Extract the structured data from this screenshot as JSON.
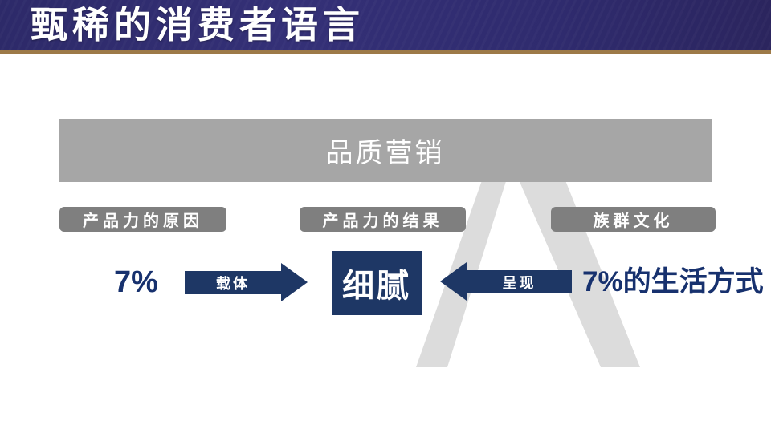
{
  "slide": {
    "header": {
      "title": "甄稀的消费者语言"
    },
    "banner": {
      "label": "品质营销"
    },
    "category_labels": [
      {
        "label": "产品力的原因"
      },
      {
        "label": "产品力的结果"
      },
      {
        "label": "族群文化"
      }
    ],
    "flow": {
      "source": "7%",
      "forward_arrow_label": "载体",
      "core": "细腻",
      "backward_arrow_label": "呈现",
      "target": "7%的生活方式"
    },
    "watermark_letter": "A",
    "colors": {
      "header_bg": "#2e2a6b",
      "gold_line": "#9d7a48",
      "banner_gray": "#a6a6a6",
      "pill_gray": "#7f7f7f",
      "navy_fill": "#1e3765",
      "navy_text": "#17316e",
      "watermark_gray": "#dcdcdc"
    }
  }
}
